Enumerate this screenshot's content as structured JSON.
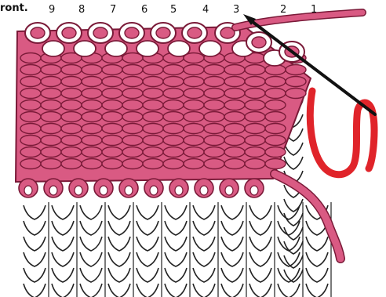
{
  "labels": {
    "front_partial": "ront.",
    "stitch_numbers": [
      "9",
      "8",
      "7",
      "6",
      "5",
      "4",
      "3",
      "2",
      "1"
    ]
  },
  "colors": {
    "pink_fabric": "#d95a83",
    "pink_outline": "#7a1a38",
    "red_yarn": "#e0242a",
    "needle": "#111111",
    "lower_knit_outline": "#222222",
    "lower_knit_fill": "#ffffff",
    "background": "#ffffff"
  }
}
